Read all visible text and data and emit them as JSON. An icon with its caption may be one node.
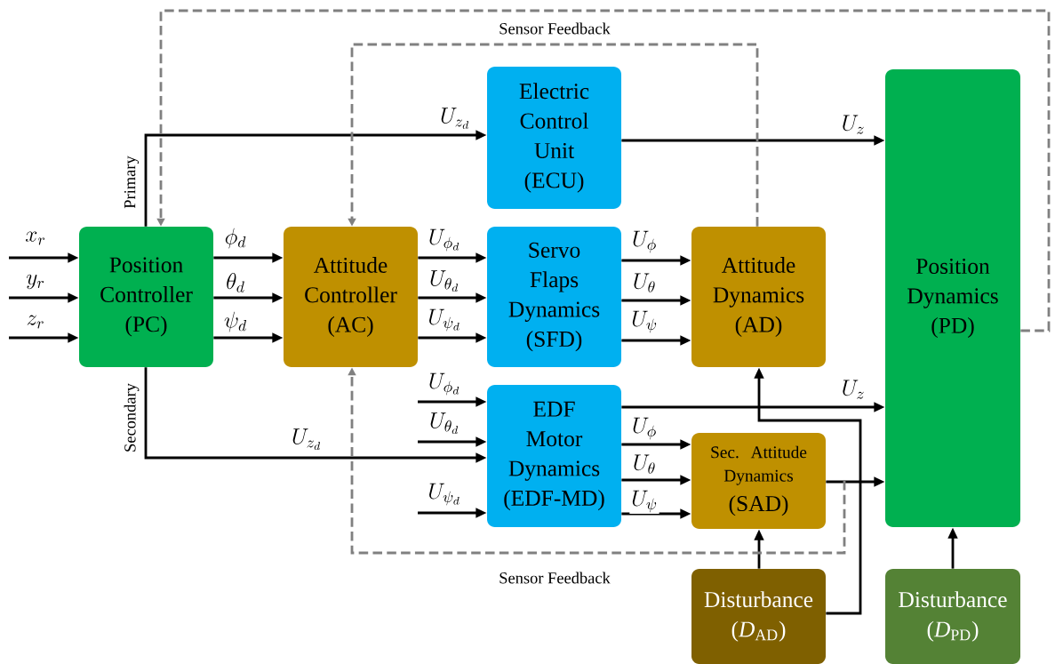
{
  "diagram": {
    "nodes": [
      {
        "text": [
          "Position Controller (PC)"
        ]
      },
      {
        "text": [
          "Attitude Controller (AC)"
        ]
      },
      {
        "text": [
          "Electric Control Unit (ECU)"
        ]
      },
      {
        "text": [
          "Servo Flaps Dynamics (SFD)"
        ]
      },
      {
        "text": [
          "Attitude Dynamics (AD)"
        ]
      },
      {
        "text": [
          "EDF Motor Dynamics (EDF-MD)"
        ]
      },
      {
        "text": [
          "Sec. Attitude Dynamics",
          "(SAD)"
        ]
      },
      {
        "text": [
          "Position Dynamics (PD)"
        ]
      },
      {
        "text": [
          "Disturbance (*D*$_{AD}$)"
        ]
      },
      {
        "text": [
          "Disturbance (*D*$_{PD}$)"
        ]
      }
    ],
    "edges": [
      {
        "from": null,
        "to": 0,
        "arrow": "to",
        "label": "x_r"
      },
      {
        "from": null,
        "to": 0,
        "arrow": "to",
        "label": "y_r"
      },
      {
        "from": null,
        "to": 0,
        "arrow": "to",
        "label": "z_r"
      },
      {
        "from": 0,
        "to": 1,
        "arrow": "to",
        "label": "\\phi_d"
      },
      {
        "from": 0,
        "to": 1,
        "arrow": "to",
        "label": "\\theta_d"
      },
      {
        "from": 0,
        "to": 1,
        "arrow": "to",
        "label": "\\psi_d"
      },
      {
        "from": 1,
        "to": 3,
        "arrow": "to",
        "label": "U_{\\phi_d}"
      },
      {
        "from": 1,
        "to": 3,
        "arrow": "to",
        "label": "U_{\\theta_d}"
      },
      {
        "from": 1,
        "to": 3,
        "arrow": "to",
        "label": "U_{\\psi_d}"
      },
      {
        "from": 0,
        "to": 2,
        "arrow": "to",
        "label": "U_{z_d}"
      },
      {
        "from": 0,
        "to": 5,
        "arrow": "to",
        "label": "U_{z_d}"
      },
      {
        "from": null,
        "to": 5,
        "arrow": "to",
        "label": "U_{\\phi_d}"
      },
      {
        "from": null,
        "to": 5,
        "arrow": "to",
        "label": "U_{\\theta_d}"
      },
      {
        "from": null,
        "to": 5,
        "arrow": "to",
        "label": "U_{\\psi_d}"
      },
      {
        "from": 2,
        "to": 7,
        "arrow": "to",
        "label": "U_z"
      },
      {
        "from": 3,
        "to": 4,
        "arrow": "to",
        "label": "U_\\phi"
      },
      {
        "from": 3,
        "to": 4,
        "arrow": "to",
        "label": "U_\\theta"
      },
      {
        "from": 3,
        "to": 4,
        "arrow": "to",
        "label": "U_\\psi"
      },
      {
        "from": 5,
        "to": 7,
        "arrow": "to",
        "label": "U_z"
      },
      {
        "from": 5,
        "to": 6,
        "arrow": "to",
        "label": "U_\\phi"
      },
      {
        "from": 5,
        "to": 6,
        "arrow": "to",
        "label": "U_\\theta"
      },
      {
        "from": 5,
        "to": 6,
        "arrow": "to",
        "label": "U_\\psi"
      },
      {
        "from": 6,
        "to": 7,
        "arrow": "to"
      },
      {
        "from": 8,
        "to": 6,
        "arrow": "to"
      },
      {
        "from": 8,
        "to": 4,
        "arrow": "to"
      },
      {
        "from": 9,
        "to": 7,
        "arrow": "to"
      },
      {
        "from": 4,
        "to": 1,
        "arrow": "to",
        "style": "dashed",
        "color": "#808080",
        "label": "Sensor Feedback"
      },
      {
        "from": 6,
        "to": 1,
        "arrow": "to",
        "style": "dashed",
        "color": "#808080",
        "label": "Sensor Feedback"
      },
      {
        "from": 7,
        "to": 0,
        "arrow": "to",
        "style": "dashed",
        "color": "#808080"
      }
    ],
    "labels": [
      "Primary",
      "Secondary"
    ]
  }
}
